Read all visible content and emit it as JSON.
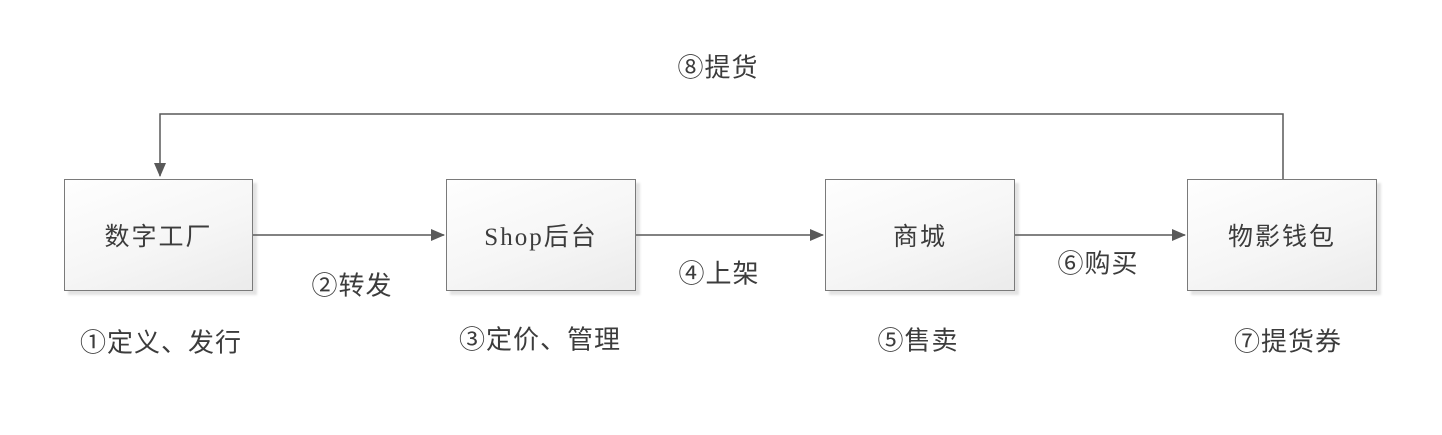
{
  "diagram": {
    "nodes": [
      {
        "id": "digital-factory",
        "label": "数字工厂",
        "caption": "①定义、发行"
      },
      {
        "id": "shop-backend",
        "label": "Shop后台",
        "caption": "③定价、管理"
      },
      {
        "id": "mall",
        "label": "商城",
        "caption": "⑤售卖"
      },
      {
        "id": "wallet",
        "label": "物影钱包",
        "caption": "⑦提货券"
      }
    ],
    "edges": [
      {
        "id": "forward",
        "from": "数字工厂",
        "to": "Shop后台",
        "label": "②转发"
      },
      {
        "id": "list",
        "from": "Shop后台",
        "to": "商城",
        "label": "④上架"
      },
      {
        "id": "purchase",
        "from": "商城",
        "to": "物影钱包",
        "label": "⑥购买"
      },
      {
        "id": "pickup",
        "from": "物影钱包",
        "to": "数字工厂",
        "label": "⑧提货"
      }
    ],
    "colors": {
      "background": "#ffffff",
      "node_border": "#7a7a7a",
      "node_fill_top": "#fefefe",
      "node_fill_bottom": "#ebebeb",
      "connector": "#595959",
      "text": "#3c3c3c"
    }
  }
}
